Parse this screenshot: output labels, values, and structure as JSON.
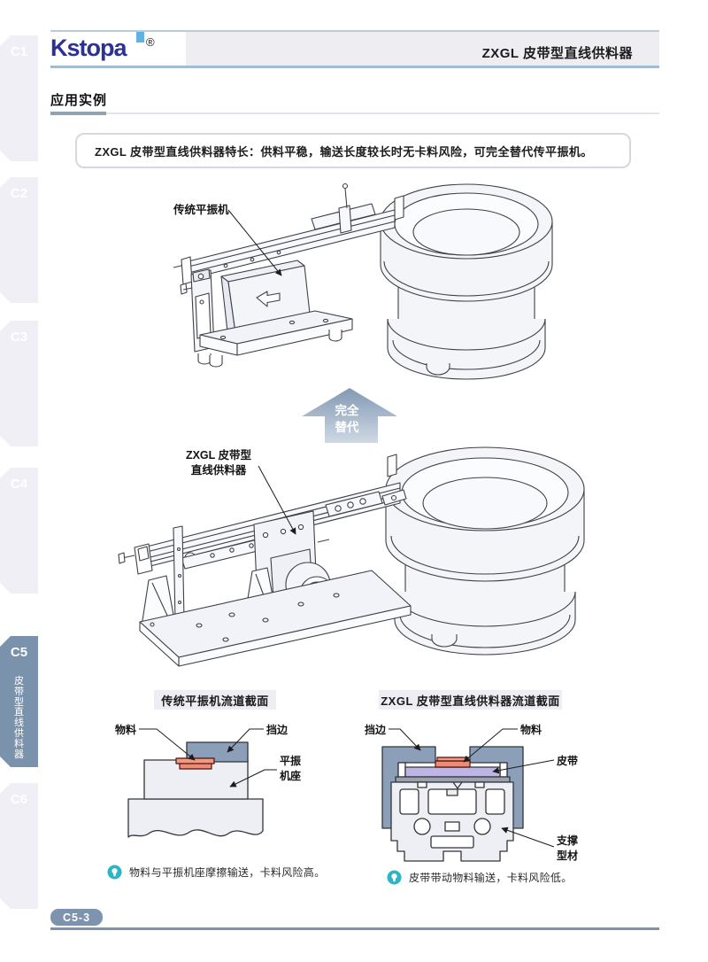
{
  "header": {
    "brand": "Kstopa",
    "registered": "®",
    "title": "ZXGL 皮带型直线供料器"
  },
  "section": {
    "title": "应用实例"
  },
  "feature_box": {
    "text": "ZXGL 皮带型直线供料器特长：供料平稳，输送长度较长时无卡料风险，可完全替代传平振机。"
  },
  "sidebar": {
    "tabs": [
      {
        "label": "C1"
      },
      {
        "label": "C2"
      },
      {
        "label": "C3"
      },
      {
        "label": "C4"
      },
      {
        "label": "C5",
        "vertical_text": "皮带型直线供料器",
        "active": true
      },
      {
        "label": "C6"
      }
    ]
  },
  "diagrams": {
    "traditional_machine_label": "传统平振机",
    "replace_arrow": {
      "line1": "完全",
      "line2": "替代"
    },
    "zxgl_machine_label_line1": "ZXGL 皮带型",
    "zxgl_machine_label_line2": "直线供料器"
  },
  "cross_sections": {
    "left": {
      "title": "传统平振机流道截面",
      "label_material": "物料",
      "label_edge": "挡边",
      "label_base_line1": "平振",
      "label_base_line2": "机座",
      "note": "物料与平振机座摩擦输送，卡料风险高。"
    },
    "right": {
      "title": "ZXGL 皮带型直线供料器流道截面",
      "label_edge": "挡边",
      "label_material": "物料",
      "label_belt": "皮带",
      "label_profile_line1": "支撑",
      "label_profile_line2": "型材",
      "note": "皮带带动物料输送，卡料风险低。"
    }
  },
  "footer": {
    "page_number": "C5-3"
  },
  "colors": {
    "accent_bluegray": "#7e94ae",
    "tab_active": "#7b92ac",
    "teal_icon": "#2cb5c6",
    "material_red": "#ee8a75",
    "belt_purple": "#bdb5e6",
    "edge_steel": "#8ba0b8",
    "logo_navy": "#2d3192",
    "logo_lightblue": "#62b1e5"
  }
}
